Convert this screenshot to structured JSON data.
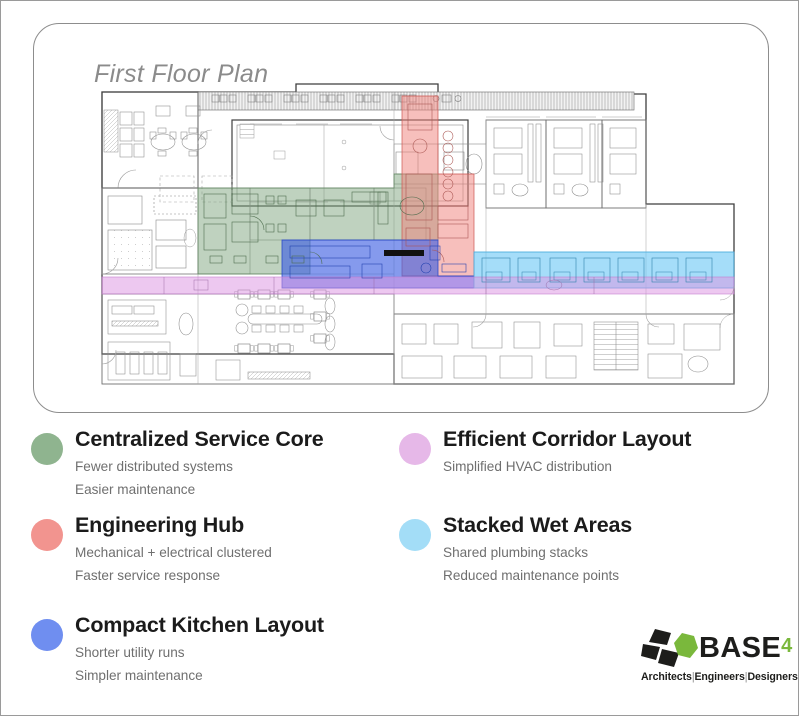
{
  "plan": {
    "title": "First Floor Plan",
    "title_style": "italic-gray",
    "card_border_color": "#8d8d8d",
    "zones": [
      {
        "key": "service_core",
        "color": "#8fb48f",
        "fill": "rgba(122,161,122,0.55)"
      },
      {
        "key": "engineering_hub",
        "color": "#f2948f",
        "fill": "rgba(240,128,122,0.55)"
      },
      {
        "key": "kitchen",
        "color": "#6f8ef0",
        "fill": "rgba(68,100,230,0.62)"
      },
      {
        "key": "corridor",
        "color": "#e6b8e8",
        "fill": "rgba(221,150,227,0.48)"
      },
      {
        "key": "wet_areas",
        "color": "#a3ddf7",
        "fill": "rgba(110,200,245,0.58)"
      }
    ],
    "line_color": "#4a4a4a"
  },
  "legend": {
    "left_column": [
      {
        "dot_color": "#8fb48f",
        "title": "Centralized Service Core",
        "subs": [
          "Fewer distributed systems",
          "Easier maintenance"
        ]
      },
      {
        "dot_color": "#f2948f",
        "title": "Engineering Hub",
        "subs": [
          "Mechanical + electrical clustered",
          "Faster service response"
        ]
      },
      {
        "dot_color": "#6f8ef0",
        "title": "Compact Kitchen Layout",
        "subs": [
          "Shorter utility runs",
          "Simpler maintenance"
        ]
      }
    ],
    "right_column": [
      {
        "dot_color": "#e6b8e8",
        "title": "Efficient Corridor Layout",
        "subs": [
          "Simplified HVAC distribution"
        ]
      },
      {
        "dot_color": "#a3ddf7",
        "title": "Stacked Wet Areas",
        "subs": [
          "Shared plumbing stacks",
          "Reduced maintenance points"
        ]
      }
    ]
  },
  "logo": {
    "wordmark": "BASE",
    "superscript": "4",
    "tagline_parts": [
      "Architects",
      "Engineers",
      "Designers"
    ],
    "tagline_separator": "|",
    "tagline_full": "Architects|Engineers|Designers",
    "green": "#7ab83c",
    "black": "#1d1d1b"
  }
}
